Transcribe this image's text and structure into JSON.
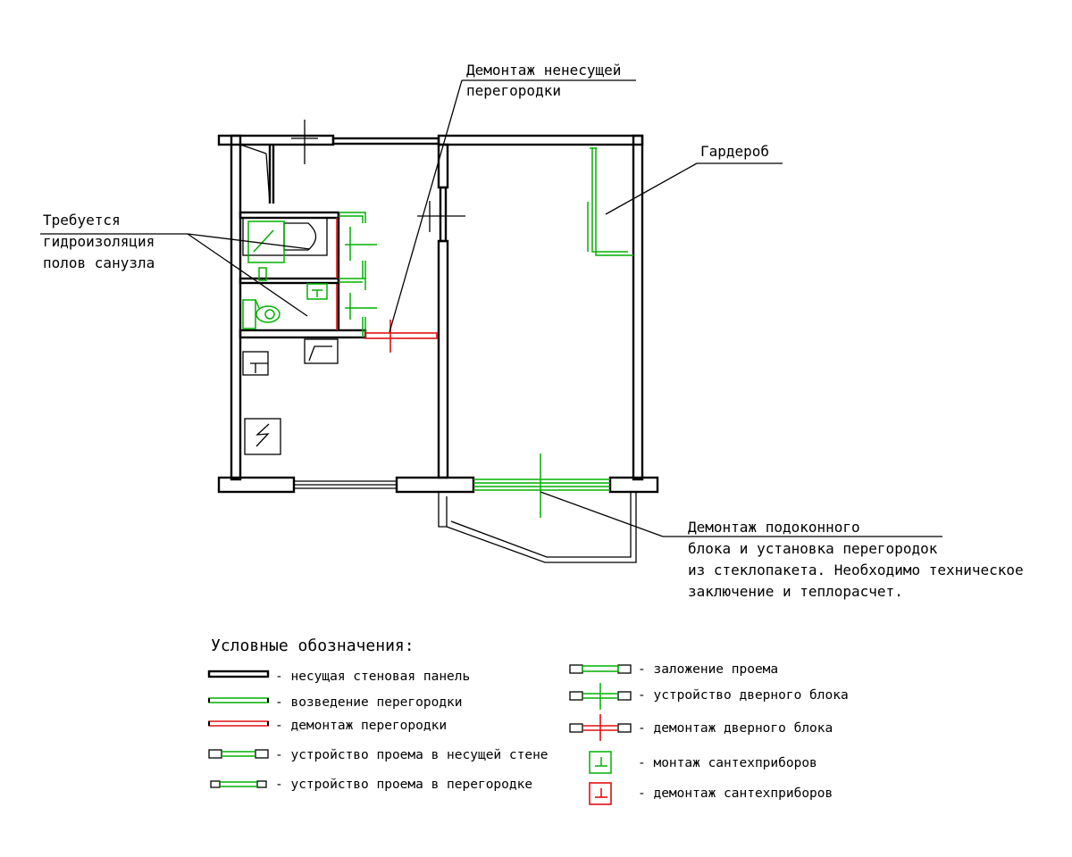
{
  "annotations": {
    "demolish_nonbearing": [
      "Демонтаж ненесущей",
      "перегородки"
    ],
    "wardrobe": "Гардероб",
    "waterproofing": [
      "Требуется",
      "гидроизоляция",
      "полов санузла"
    ],
    "windowsill": [
      "Демонтаж подоконного",
      "блока и установка перегородок",
      "из стеклопакета. Необходимо техническое",
      "заключение и теплорасчет."
    ]
  },
  "legend": {
    "title": "Условные обозначения:",
    "left": [
      "- несущая стеновая панель",
      "- возведение перегородки",
      "- демонтаж перегородки",
      "- устройство проема в несущей стене",
      "- устройство проема в перегородке"
    ],
    "right": [
      "- заложение проема",
      "- устройство дверного блока",
      "- демонтаж дверного блока",
      "- монтаж сантехприборов",
      "- демонтаж сантехприборов"
    ]
  },
  "colors": {
    "bearing_wall": "#000000",
    "new_partition": "#00b000",
    "demolition": "#e01010",
    "background": "#ffffff"
  },
  "icons": [
    "bathtub-icon",
    "toilet-icon",
    "sink-icon",
    "stove-icon",
    "ventilation-shaft-icon",
    "door-swing-icon"
  ]
}
